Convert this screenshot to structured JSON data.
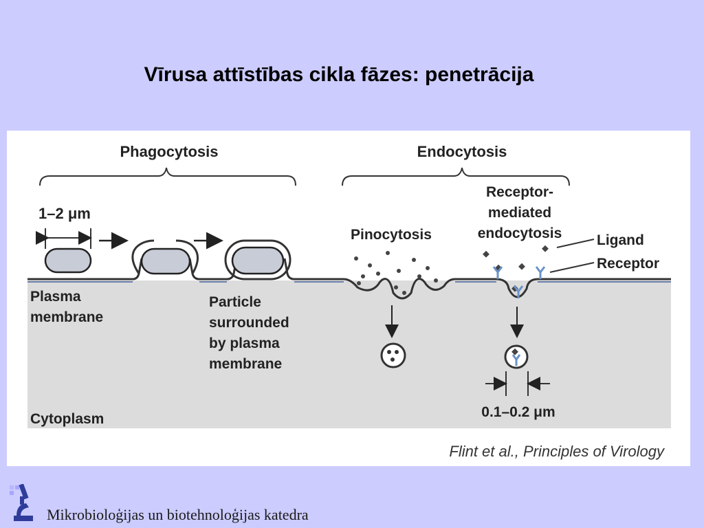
{
  "slide": {
    "title": "Vīrusa attīstības cikla fāzes: penetrācija"
  },
  "diagram": {
    "phagocytosis": "Phagocytosis",
    "endocytosis": "Endocytosis",
    "size_large": "1–2 μm",
    "pinocytosis": "Pinocytosis",
    "receptor_mediated_line1": "Receptor-",
    "receptor_mediated_line2": "mediated",
    "receptor_mediated_line3": "endocytosis",
    "ligand": "Ligand",
    "receptor": "Receptor",
    "plasma_membrane_line1": "Plasma",
    "plasma_membrane_line2": "membrane",
    "particle_line1": "Particle",
    "particle_line2": "surrounded",
    "particle_line3": "by plasma",
    "particle_line4": "membrane",
    "cytoplasm": "Cytoplasm",
    "size_small": "0.1–0.2 μm",
    "citation": "Flint et al., Principles of Virology"
  },
  "footer": {
    "department": "Mikrobioloģijas un biotehnoloģijas katedra"
  },
  "colors": {
    "background": "#ccccff",
    "cytoplasm": "#dcdcdc",
    "particle": "#c8ccd6",
    "receptor": "#6a93c8"
  }
}
